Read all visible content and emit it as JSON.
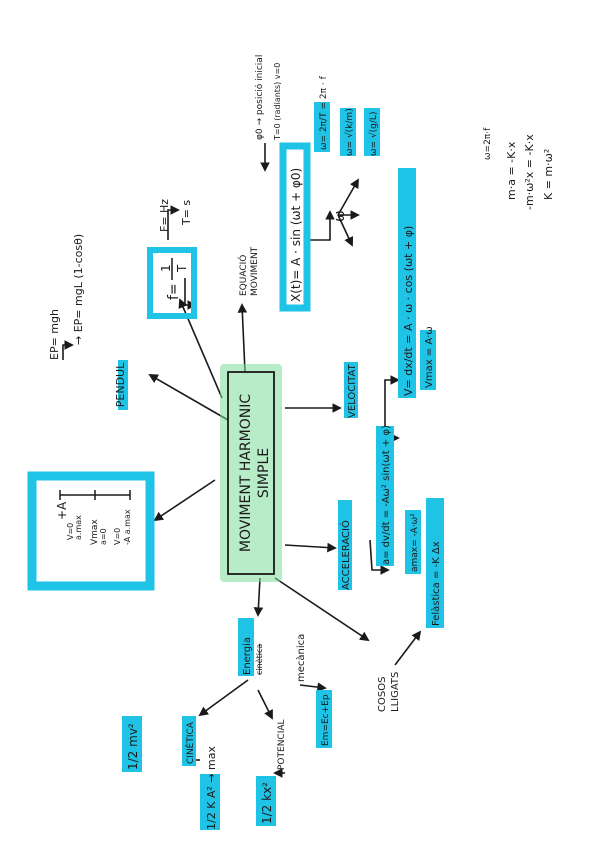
{
  "center": {
    "line1": "MOVIMENT HARMONIC",
    "line2": "SIMPLE"
  },
  "pendol": {
    "label": "PENDUL",
    "ep1": "EP= mgh",
    "ep2": "→ EP= mgL (1-cosθ)"
  },
  "positions": {
    "plus_a": "+A",
    "plus_a_note1": "V=0",
    "plus_a_note2": "a.max",
    "middle": "Vmax",
    "middle_note": "a=0",
    "minus_a_note1": "V=0",
    "minus_a": "-A a.max"
  },
  "frequency": {
    "formula_left": "f=",
    "numerator": "1",
    "denominator": "T",
    "unit_f": "F= Hz",
    "unit_t": "T= s"
  },
  "equation": {
    "label1": "EQUACIÓ",
    "label2": "MOVIMENT",
    "formula": "X(t)= A · sin (ωt + φ0)",
    "phi_note": "φ0 → posició inicial",
    "phase_note": "T=0 (radiants) v=0",
    "omega": "ω",
    "omega1": "ω= 2π/T = 2π · f",
    "omega2": "ω= √(k/m)",
    "omega3": "ω= √(g/L)"
  },
  "velocitat": {
    "label": "VELOCITAT",
    "formula": "V= dx/dt = A · ω · cos (ωt + φ)",
    "vmax": "Vmax = A·ω"
  },
  "acceleracio": {
    "label": "ACCELERACIÓ",
    "formula": "a= dv/dt = -Aω² sin(ωt + φ)",
    "amax": "amax= -A·ω²",
    "felastica": "Felàstica = -K Δx"
  },
  "cossos": {
    "line1": "COSOS",
    "line2": "LLIGATS"
  },
  "energia": {
    "label": "Energia",
    "struck": "cinètica",
    "mecanica": "mecànica",
    "em": "Em=Ec+Ep",
    "cinetica": "CINÈTICA",
    "cinetica_formula": "1/2 mv²",
    "potencial": "POTENCIAL",
    "potencial_formula": "1/2 kx²",
    "max_formula": "1/2 K A² → max"
  },
  "side_notes": {
    "n1": "ω=2π·f",
    "n2": "m·a = -K·x",
    "n3": "-m·ω²x = -K·x",
    "n4": "K = m·ω²"
  }
}
